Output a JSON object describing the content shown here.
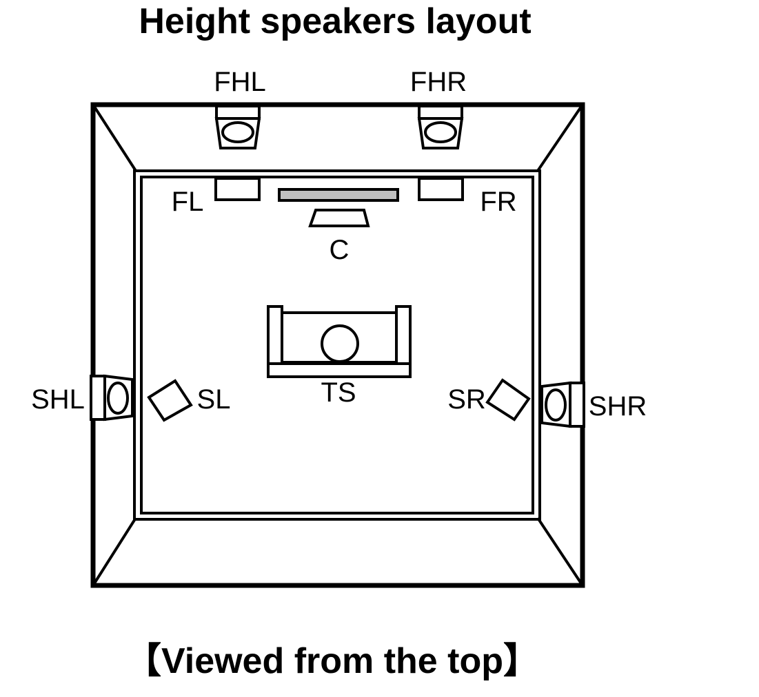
{
  "title": "Height speakers layout",
  "caption": "【Viewed from the top】",
  "labels": {
    "fhl": "FHL",
    "fhr": "FHR",
    "fl": "FL",
    "fr": "FR",
    "c": "C",
    "ts": "TS",
    "shl": "SHL",
    "shr": "SHR",
    "sl": "SL",
    "sr": "SR"
  },
  "colors": {
    "line": "#000000",
    "tv": "#c0c0c0",
    "background": "#ffffff"
  }
}
